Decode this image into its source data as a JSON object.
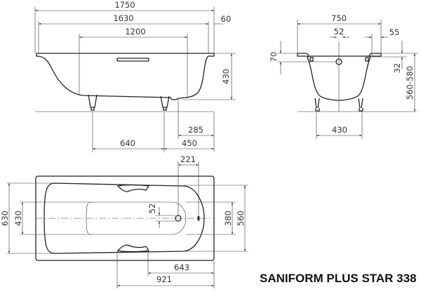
{
  "title": "SANIFORM PLUS STAR 338",
  "side_view": {
    "overall_length": "1750",
    "inner_length": "1630",
    "rim_offset": "60",
    "floor_length": "1200",
    "depth": "430",
    "drain_offset": "285",
    "leg_spacing": "640",
    "leg_to_end": "450"
  },
  "end_view": {
    "overall_width": "750",
    "drain_size": "52",
    "rim_edge": "55",
    "overflow_height": "70",
    "rim_thickness": "32",
    "total_height": "560-580",
    "leg_spacing": "430"
  },
  "plan_view": {
    "drain_to_end": "221",
    "overall_width": "630",
    "floor_width_left": "430",
    "drain_size": "52",
    "floor_width_right": "380",
    "inner_width": "560",
    "handle_near": "643",
    "handle_far": "921"
  }
}
